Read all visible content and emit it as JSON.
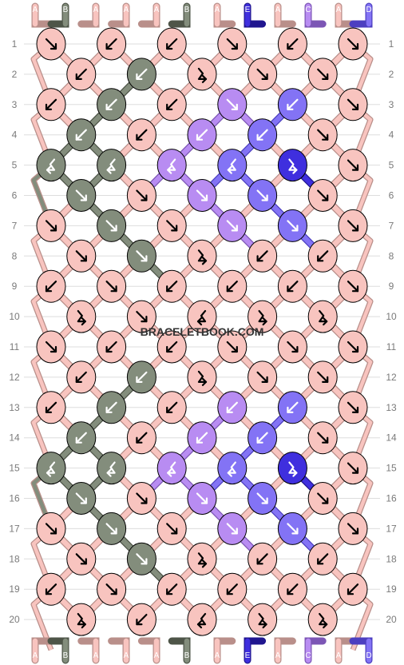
{
  "watermark": "BRACELETBOOK.COM",
  "colors": {
    "A": "#f8c4bf",
    "B": "#838d7c",
    "C": "#b88cf2",
    "D": "#8373f5",
    "E": "#3f2fde"
  },
  "strands_top": [
    "A",
    "B",
    "A",
    "A",
    "A",
    "B",
    "A",
    "E",
    "A",
    "C",
    "A",
    "D"
  ],
  "strands_bottom": [
    "A",
    "B",
    "A",
    "A",
    "A",
    "B",
    "A",
    "E",
    "A",
    "C",
    "A",
    "D"
  ],
  "row_labels": [
    "1",
    "2",
    "3",
    "4",
    "5",
    "6",
    "7",
    "8",
    "9",
    "10",
    "11",
    "12",
    "13",
    "14",
    "15",
    "16",
    "17",
    "18",
    "19",
    "20"
  ],
  "knots": [
    {
      "row": 1,
      "col": 0,
      "color": "A",
      "dir": "SE"
    },
    {
      "row": 1,
      "col": 2,
      "color": "A",
      "dir": "SW"
    },
    {
      "row": 1,
      "col": 4,
      "color": "A",
      "dir": "SW"
    },
    {
      "row": 1,
      "col": 6,
      "color": "A",
      "dir": "SE"
    },
    {
      "row": 1,
      "col": 8,
      "color": "A",
      "dir": "SW"
    },
    {
      "row": 1,
      "col": 10,
      "color": "A",
      "dir": "SE"
    },
    {
      "row": 2,
      "col": 1,
      "color": "A",
      "dir": "SW"
    },
    {
      "row": 2,
      "col": 3,
      "color": "B",
      "dir": "SW"
    },
    {
      "row": 2,
      "col": 5,
      "color": "A",
      "dir": "BSE"
    },
    {
      "row": 2,
      "col": 7,
      "color": "A",
      "dir": "SE"
    },
    {
      "row": 2,
      "col": 9,
      "color": "A",
      "dir": "SE"
    },
    {
      "row": 3,
      "col": 0,
      "color": "A",
      "dir": "SW"
    },
    {
      "row": 3,
      "col": 2,
      "color": "B",
      "dir": "SW"
    },
    {
      "row": 3,
      "col": 4,
      "color": "A",
      "dir": "SW"
    },
    {
      "row": 3,
      "col": 6,
      "color": "C",
      "dir": "SE"
    },
    {
      "row": 3,
      "col": 8,
      "color": "D",
      "dir": "SW"
    },
    {
      "row": 3,
      "col": 10,
      "color": "A",
      "dir": "SE"
    },
    {
      "row": 4,
      "col": 1,
      "color": "B",
      "dir": "SW"
    },
    {
      "row": 4,
      "col": 3,
      "color": "A",
      "dir": "SW"
    },
    {
      "row": 4,
      "col": 5,
      "color": "C",
      "dir": "SW"
    },
    {
      "row": 4,
      "col": 7,
      "color": "D",
      "dir": "SW"
    },
    {
      "row": 4,
      "col": 9,
      "color": "A",
      "dir": "SE"
    },
    {
      "row": 5,
      "col": 0,
      "color": "B",
      "dir": "BSW"
    },
    {
      "row": 5,
      "col": 2,
      "color": "B",
      "dir": "BSW"
    },
    {
      "row": 5,
      "col": 4,
      "color": "C",
      "dir": "BSW"
    },
    {
      "row": 5,
      "col": 6,
      "color": "D",
      "dir": "BSW"
    },
    {
      "row": 5,
      "col": 8,
      "color": "E",
      "dir": "BSE"
    },
    {
      "row": 5,
      "col": 10,
      "color": "A",
      "dir": "SE"
    },
    {
      "row": 6,
      "col": 1,
      "color": "B",
      "dir": "SE"
    },
    {
      "row": 6,
      "col": 3,
      "color": "A",
      "dir": "SE"
    },
    {
      "row": 6,
      "col": 5,
      "color": "C",
      "dir": "SE"
    },
    {
      "row": 6,
      "col": 7,
      "color": "D",
      "dir": "SE"
    },
    {
      "row": 6,
      "col": 9,
      "color": "A",
      "dir": "SE"
    },
    {
      "row": 7,
      "col": 0,
      "color": "A",
      "dir": "SE"
    },
    {
      "row": 7,
      "col": 2,
      "color": "B",
      "dir": "SE"
    },
    {
      "row": 7,
      "col": 4,
      "color": "A",
      "dir": "SE"
    },
    {
      "row": 7,
      "col": 6,
      "color": "C",
      "dir": "SE"
    },
    {
      "row": 7,
      "col": 8,
      "color": "D",
      "dir": "SE"
    },
    {
      "row": 7,
      "col": 10,
      "color": "A",
      "dir": "SE"
    },
    {
      "row": 8,
      "col": 1,
      "color": "A",
      "dir": "SE"
    },
    {
      "row": 8,
      "col": 3,
      "color": "B",
      "dir": "SE"
    },
    {
      "row": 8,
      "col": 5,
      "color": "A",
      "dir": "BSE"
    },
    {
      "row": 8,
      "col": 7,
      "color": "A",
      "dir": "SW"
    },
    {
      "row": 8,
      "col": 9,
      "color": "A",
      "dir": "SW"
    },
    {
      "row": 9,
      "col": 0,
      "color": "A",
      "dir": "SW"
    },
    {
      "row": 9,
      "col": 2,
      "color": "A",
      "dir": "SE"
    },
    {
      "row": 9,
      "col": 4,
      "color": "A",
      "dir": "SW"
    },
    {
      "row": 9,
      "col": 6,
      "color": "A",
      "dir": "SW"
    },
    {
      "row": 9,
      "col": 8,
      "color": "A",
      "dir": "SW"
    },
    {
      "row": 9,
      "col": 10,
      "color": "A",
      "dir": "SE"
    },
    {
      "row": 10,
      "col": 1,
      "color": "A",
      "dir": "BSE"
    },
    {
      "row": 10,
      "col": 3,
      "color": "A",
      "dir": "SE"
    },
    {
      "row": 10,
      "col": 5,
      "color": "A",
      "dir": "BSW"
    },
    {
      "row": 10,
      "col": 7,
      "color": "A",
      "dir": "BSE"
    },
    {
      "row": 10,
      "col": 9,
      "color": "A",
      "dir": "BSE"
    },
    {
      "row": 11,
      "col": 0,
      "color": "A",
      "dir": "SE"
    },
    {
      "row": 11,
      "col": 2,
      "color": "A",
      "dir": "SW"
    },
    {
      "row": 11,
      "col": 4,
      "color": "A",
      "dir": "SW"
    },
    {
      "row": 11,
      "col": 6,
      "color": "A",
      "dir": "SE"
    },
    {
      "row": 11,
      "col": 8,
      "color": "A",
      "dir": "SE"
    },
    {
      "row": 11,
      "col": 10,
      "color": "A",
      "dir": "SE"
    },
    {
      "row": 12,
      "col": 1,
      "color": "A",
      "dir": "SW"
    },
    {
      "row": 12,
      "col": 3,
      "color": "B",
      "dir": "SW"
    },
    {
      "row": 12,
      "col": 5,
      "color": "A",
      "dir": "BSE"
    },
    {
      "row": 12,
      "col": 7,
      "color": "A",
      "dir": "SE"
    },
    {
      "row": 12,
      "col": 9,
      "color": "A",
      "dir": "SE"
    },
    {
      "row": 13,
      "col": 0,
      "color": "A",
      "dir": "SW"
    },
    {
      "row": 13,
      "col": 2,
      "color": "B",
      "dir": "SW"
    },
    {
      "row": 13,
      "col": 4,
      "color": "A",
      "dir": "SW"
    },
    {
      "row": 13,
      "col": 6,
      "color": "C",
      "dir": "SW"
    },
    {
      "row": 13,
      "col": 8,
      "color": "D",
      "dir": "SW"
    },
    {
      "row": 13,
      "col": 10,
      "color": "A",
      "dir": "SE"
    },
    {
      "row": 14,
      "col": 1,
      "color": "B",
      "dir": "SW"
    },
    {
      "row": 14,
      "col": 3,
      "color": "A",
      "dir": "SW"
    },
    {
      "row": 14,
      "col": 5,
      "color": "C",
      "dir": "SW"
    },
    {
      "row": 14,
      "col": 7,
      "color": "D",
      "dir": "SW"
    },
    {
      "row": 14,
      "col": 9,
      "color": "A",
      "dir": "SE"
    },
    {
      "row": 15,
      "col": 0,
      "color": "B",
      "dir": "BSW"
    },
    {
      "row": 15,
      "col": 2,
      "color": "B",
      "dir": "BSW"
    },
    {
      "row": 15,
      "col": 4,
      "color": "C",
      "dir": "BSW"
    },
    {
      "row": 15,
      "col": 6,
      "color": "D",
      "dir": "BSW"
    },
    {
      "row": 15,
      "col": 8,
      "color": "E",
      "dir": "BSE"
    },
    {
      "row": 15,
      "col": 10,
      "color": "A",
      "dir": "SE"
    },
    {
      "row": 16,
      "col": 1,
      "color": "B",
      "dir": "SE"
    },
    {
      "row": 16,
      "col": 3,
      "color": "A",
      "dir": "SE"
    },
    {
      "row": 16,
      "col": 5,
      "color": "C",
      "dir": "SE"
    },
    {
      "row": 16,
      "col": 7,
      "color": "D",
      "dir": "SE"
    },
    {
      "row": 16,
      "col": 9,
      "color": "A",
      "dir": "SE"
    },
    {
      "row": 17,
      "col": 0,
      "color": "A",
      "dir": "SE"
    },
    {
      "row": 17,
      "col": 2,
      "color": "B",
      "dir": "SE"
    },
    {
      "row": 17,
      "col": 4,
      "color": "A",
      "dir": "SE"
    },
    {
      "row": 17,
      "col": 6,
      "color": "C",
      "dir": "SE"
    },
    {
      "row": 17,
      "col": 8,
      "color": "D",
      "dir": "SE"
    },
    {
      "row": 17,
      "col": 10,
      "color": "A",
      "dir": "SE"
    },
    {
      "row": 18,
      "col": 1,
      "color": "A",
      "dir": "SE"
    },
    {
      "row": 18,
      "col": 3,
      "color": "B",
      "dir": "SE"
    },
    {
      "row": 18,
      "col": 5,
      "color": "A",
      "dir": "BSE"
    },
    {
      "row": 18,
      "col": 7,
      "color": "A",
      "dir": "SW"
    },
    {
      "row": 18,
      "col": 9,
      "color": "A",
      "dir": "SW"
    },
    {
      "row": 19,
      "col": 0,
      "color": "A",
      "dir": "SW"
    },
    {
      "row": 19,
      "col": 2,
      "color": "A",
      "dir": "SE"
    },
    {
      "row": 19,
      "col": 4,
      "color": "A",
      "dir": "SW"
    },
    {
      "row": 19,
      "col": 6,
      "color": "A",
      "dir": "SW"
    },
    {
      "row": 19,
      "col": 8,
      "color": "A",
      "dir": "SW"
    },
    {
      "row": 19,
      "col": 10,
      "color": "A",
      "dir": "SW"
    },
    {
      "row": 20,
      "col": 1,
      "color": "A",
      "dir": "BSE"
    },
    {
      "row": 20,
      "col": 3,
      "color": "A",
      "dir": "SW"
    },
    {
      "row": 20,
      "col": 5,
      "color": "A",
      "dir": "BSW"
    },
    {
      "row": 20,
      "col": 7,
      "color": "A",
      "dir": "BSE"
    },
    {
      "row": 20,
      "col": 9,
      "color": "A",
      "dir": "BSE"
    }
  ]
}
